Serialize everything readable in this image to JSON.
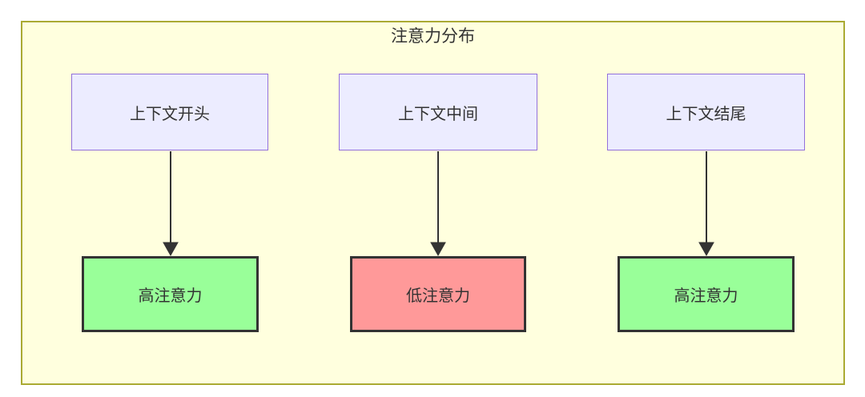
{
  "diagram": {
    "title": "注意力分布",
    "sources": [
      {
        "label": "上下文开头"
      },
      {
        "label": "上下文中间"
      },
      {
        "label": "上下文结尾"
      }
    ],
    "targets": [
      {
        "label": "高注意力",
        "level": "high"
      },
      {
        "label": "低注意力",
        "level": "low"
      },
      {
        "label": "高注意力",
        "level": "high"
      }
    ],
    "colors": {
      "panel_fill": "#ffffde",
      "panel_border": "#aaaa33",
      "source_fill": "#ececff",
      "source_border": "#9370db",
      "high_attention_fill": "#99ff99",
      "low_attention_fill": "#ff9999",
      "result_border": "#333333",
      "text": "#333333",
      "arrow": "#333333"
    }
  }
}
